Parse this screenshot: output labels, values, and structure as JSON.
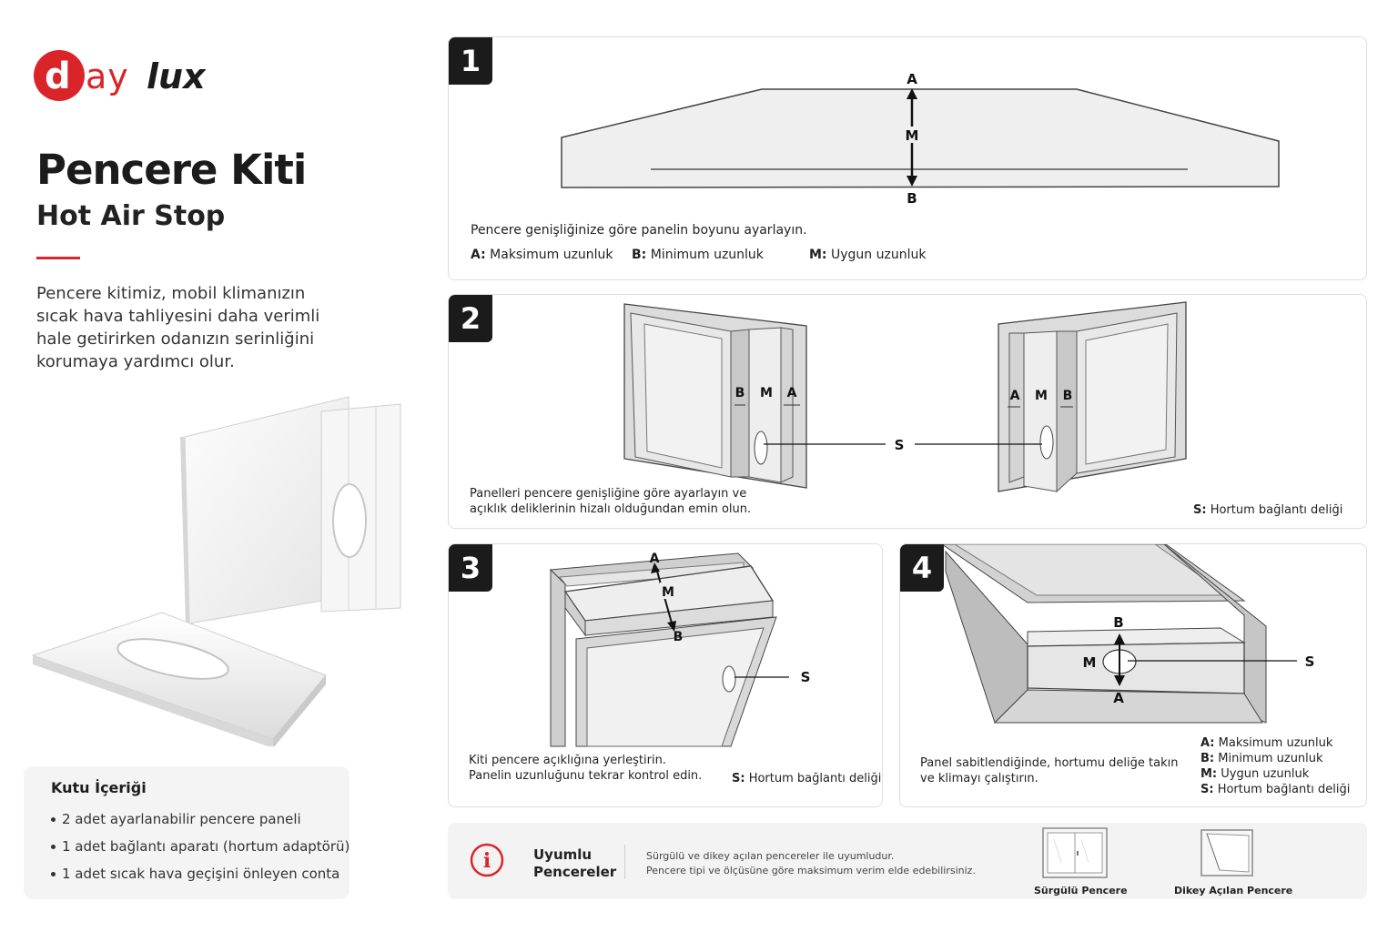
{
  "brand": {
    "part1": "day",
    "part2": "lux",
    "color": "#d9252a"
  },
  "title": "Pencere Kiti",
  "subtitle": "Hot Air Stop",
  "description": "Pencere kitimiz, mobil klimanızın sıcak hava tahliyesini daha verimli hale getirirken odanızın serinliğini korumaya yardımcı olur.",
  "box": {
    "heading": "Kutu İçeriği",
    "items": [
      "2 adet ayarlanabilir pencere paneli",
      "1 adet bağlantı aparatı (hortum adaptörü)",
      "1 adet sıcak hava geçişini önleyen conta"
    ]
  },
  "step1": {
    "number": "1",
    "labels": {
      "a": "A",
      "m": "M",
      "b": "B"
    },
    "instruction": "Pencere genişliğinize göre panelin boyunu ayarlayın.",
    "legend": [
      {
        "key": "A:",
        "text": "Maksimum uzunluk"
      },
      {
        "key": "B:",
        "text": "Minimum uzunluk"
      },
      {
        "key": "M:",
        "text": "Uygun uzunluk"
      }
    ]
  },
  "step2": {
    "number": "2",
    "labels": {
      "b": "B",
      "m": "M",
      "a": "A",
      "s": "S"
    },
    "instruction_1": "Panelleri pencere genişliğine göre ayarlayın ve",
    "instruction_2": "açıklık deliklerinin hizalı olduğundan emin olun.",
    "legend": {
      "key": "S:",
      "text": "Hortum bağlantı deliği"
    }
  },
  "step3": {
    "number": "3",
    "labels": {
      "a": "A",
      "m": "M",
      "b": "B",
      "s": "S"
    },
    "instruction_1": "Kiti pencere açıklığına yerleştirin.",
    "instruction_2": "Panelin uzunluğunu tekrar kontrol edin.",
    "legend": {
      "key": "S:",
      "text": "Hortum bağlantı deliği"
    }
  },
  "step4": {
    "number": "4",
    "labels": {
      "b": "B",
      "m": "M",
      "a": "A",
      "s": "S"
    },
    "instruction_1": "Panel sabitlendiğinde, hortumu deliğe takın",
    "instruction_2": "ve klimayı çalıştırın.",
    "legend": [
      {
        "key": "A:",
        "text": "Maksimum uzunluk"
      },
      {
        "key": "B:",
        "text": "Minimum uzunluk"
      },
      {
        "key": "M:",
        "text": "Uygun uzunluk"
      },
      {
        "key": "S:",
        "text": "Hortum bağlantı deliği"
      }
    ]
  },
  "compat": {
    "title_1": "Uyumlu",
    "title_2": "Pencereler",
    "desc_1": "Sürgülü ve dikey açılan pencereler ile uyumludur.",
    "desc_2": "Pencere tipi ve ölçüsüne göre maksimum verim elde edebilirsiniz.",
    "sliding": "Sürgülü Pencere",
    "vertical": "Dikey Açılan Pencere",
    "info_glyph": "i"
  }
}
